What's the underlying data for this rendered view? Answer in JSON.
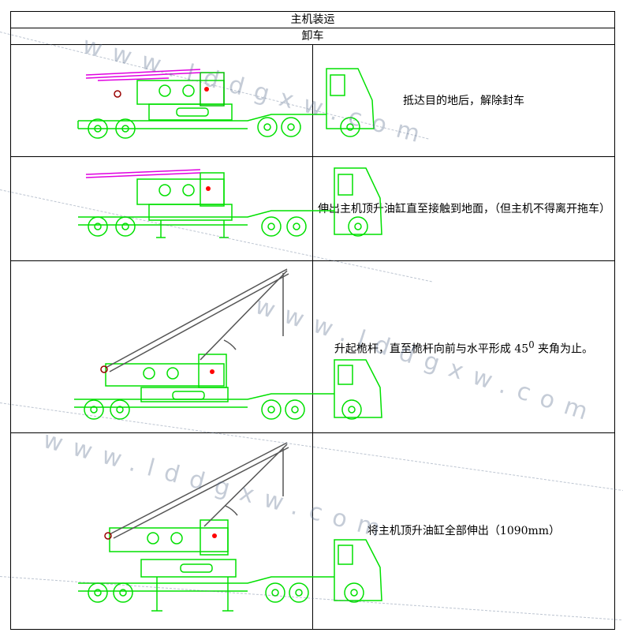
{
  "document": {
    "title": "主机装运",
    "subtitle": "卸车",
    "steps": [
      {
        "text": "抵达目的地后，解除封车"
      },
      {
        "text": "伸出主机顶升油缸直至接触到地面，（但主机不得离开拖车）"
      },
      {
        "text_before": "升起桅杆，直至桅杆向前与水平形成 45",
        "sup": "0",
        "text_after": " 夹角为止。"
      },
      {
        "text": "将主机顶升油缸全部伸出（1090mm）"
      }
    ]
  },
  "watermark": {
    "text": "www.lddgxw.com"
  },
  "colors": {
    "truck": "#00e000",
    "boom": "#e000e0",
    "mast": "#555555",
    "accent": "#ff0000",
    "watermark": "#5a6e8c"
  }
}
